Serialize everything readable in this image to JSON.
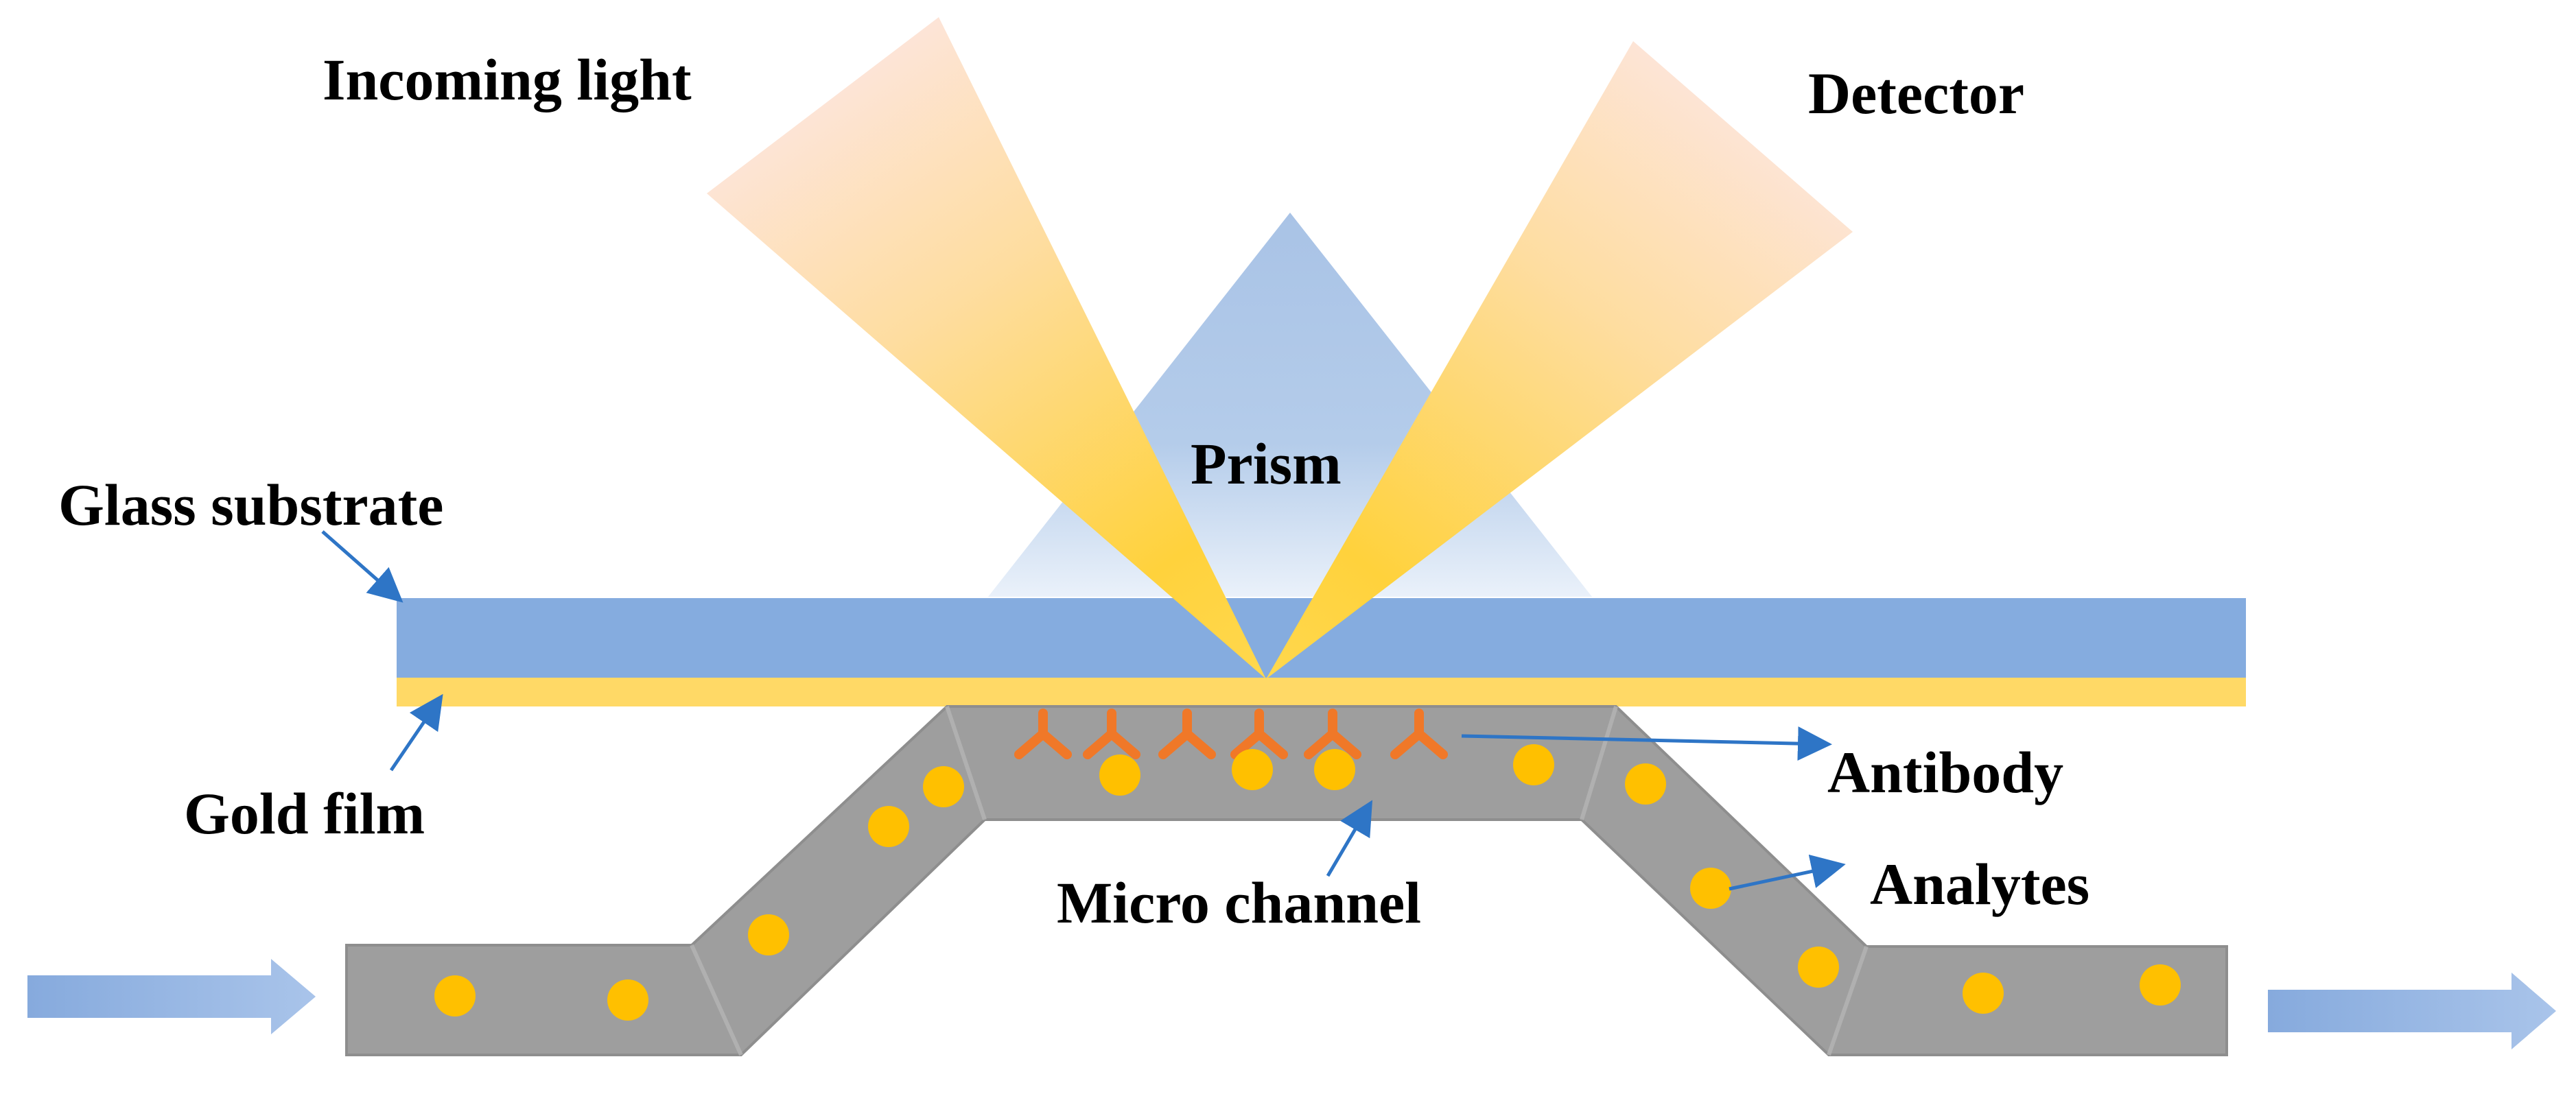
{
  "labels": {
    "incoming_light": "Incoming light",
    "detector": "Detector",
    "prism": "Prism",
    "glass_substrate": "Glass substrate",
    "gold_film": "Gold film",
    "antibody": "Antibody",
    "micro_channel": "Micro channel",
    "analytes": "Analytes"
  },
  "colors": {
    "light_beam": "#FFD040",
    "light_beam_fade": "#FDE3D8",
    "prism": "#AEC7E8",
    "glass_substrate": "#85ACDF",
    "gold_film": "#FFD966",
    "channel": "#9E9E9E",
    "analyte": "#FFC000",
    "antibody": "#F07828",
    "annotation_arrow": "#2E75C6",
    "flow_arrow": "#7FA4DA"
  }
}
